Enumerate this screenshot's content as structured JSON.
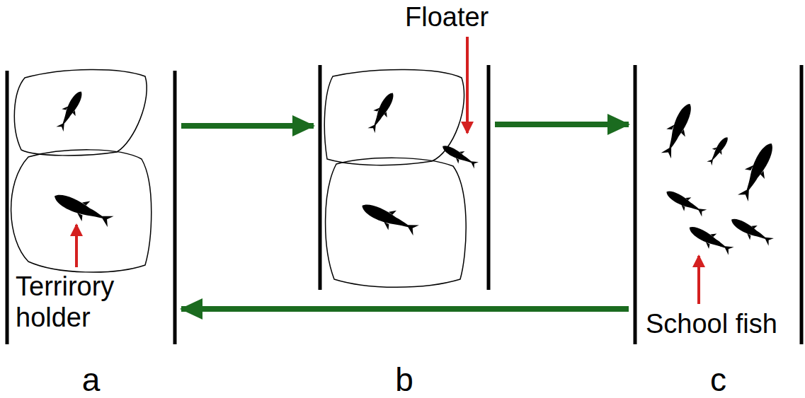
{
  "diagram": {
    "nodes": [
      {
        "text": [
          "a"
        ]
      },
      {
        "text": [
          "b"
        ]
      },
      {
        "text": [
          "c"
        ]
      }
    ],
    "edges": [
      {
        "from": 0,
        "to": 1,
        "arrow": "to"
      },
      {
        "from": 1,
        "to": 2,
        "arrow": "to"
      },
      {
        "from": 2,
        "to": 0,
        "arrow": "to"
      }
    ],
    "labels": [
      "Terrirory holder",
      "Floater",
      "School fish"
    ]
  }
}
